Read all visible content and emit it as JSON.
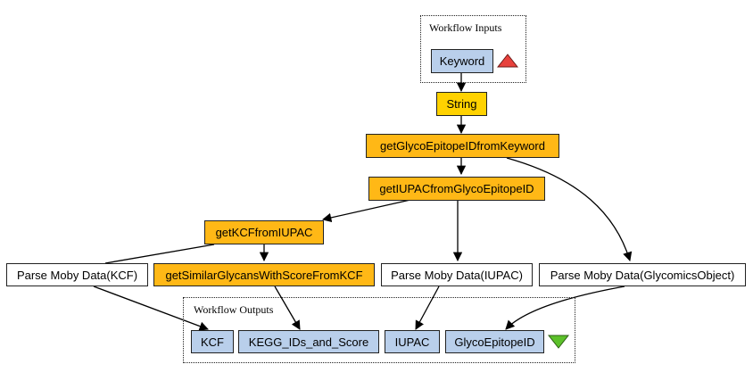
{
  "clusters": {
    "inputs": {
      "label": "Workflow Inputs"
    },
    "outputs": {
      "label": "Workflow Outputs"
    }
  },
  "nodes": {
    "keyword": "Keyword",
    "string": "String",
    "get_glyco_epitope_id_from_keyword": "getGlycoEpitopeIDfromKeyword",
    "get_iupac_from_glyco_epitope_id": "getIUPACfromGlycoEpitopeID",
    "get_kcf_from_iupac": "getKCFfromIUPAC",
    "parse_moby_data_kcf": "Parse Moby Data(KCF)",
    "get_similar_glycans": "getSimilarGlycansWithScoreFromKCF",
    "parse_moby_data_iupac": "Parse Moby Data(IUPAC)",
    "parse_moby_data_glycomics": "Parse Moby Data(GlycomicsObject)",
    "out_kcf": "KCF",
    "out_kegg": "KEGG_IDs_and_Score",
    "out_iupac": "IUPAC",
    "out_glyco_epitope_id": "GlycoEpitopeID"
  },
  "colors": {
    "processor": "#ffb816",
    "constant": "#ffd200",
    "port": "#b9cfeb",
    "input_marker": "#e8413c",
    "output_marker": "#5cc12a"
  },
  "markers": {
    "inputs": "red-up-triangle-icon",
    "outputs": "green-down-triangle-icon"
  }
}
